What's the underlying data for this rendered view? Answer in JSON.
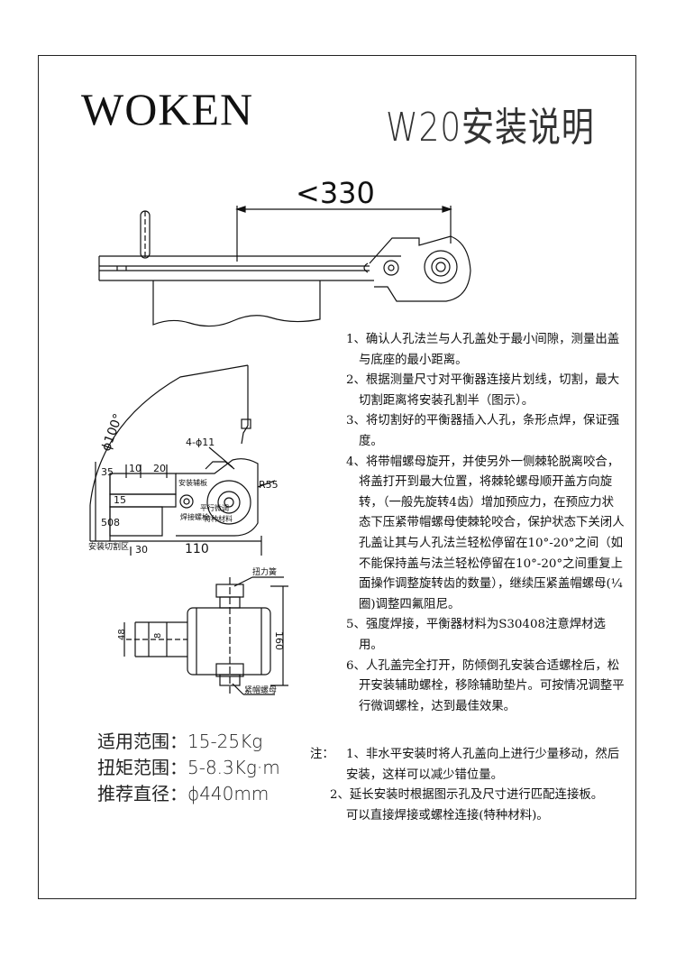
{
  "brand": "WOKEN",
  "title": "W20安装说明",
  "drawing": {
    "top_dim": "<330",
    "dia_label": "ϕ100°",
    "hole_label": "4-ϕ11",
    "dim_35": "35",
    "dim_10": "10",
    "dim_20": "20",
    "dim_15": "15",
    "dim_50": "50",
    "dim_8": "8",
    "dim_30": "30",
    "dim_110": "110",
    "dim_r55": "R55",
    "dim_48": "48",
    "dim_8b": "8",
    "dim_160": "160",
    "label_install_plate": "安装辅板",
    "label_weld": "焊接螺栓",
    "label_parallel": "平行微调",
    "label_special": "特种材料",
    "label_cut_area": "安装切割区",
    "label_torsion": "扭力簧",
    "label_lock_nut": "紧帽螺母"
  },
  "steps": [
    "1、确认人孔法兰与人孔盖处于最小间隙，测量出盖与底座的最小距离。",
    "2、根据测量尺寸对平衡器连接片划线，切割，最大切割距离将安装孔割半（图示）。",
    "3、将切割好的平衡器插入人孔，条形点焊，保证强度。",
    "4、将带帽螺母旋开，并使另外一侧棘轮脱离咬合，将盖打开到最大位置，将棘轮螺母顺开盖方向旋转，（一般先旋转4齿）增加预应力，在预应力状态下压紧带帽螺母使棘轮咬合，保护状态下关闭人孔盖让其与人孔法兰轻松停留在10°-20°之间（如不能保持盖与法兰轻松停留在10°-20°之间重复上面操作调整旋转齿的数量），继续压紧盖帽螺母(¼圈)调整四氟阻尼。",
    "5、强度焊接，平衡器材料为S30408注意焊材选用。",
    "6、人孔盖完全打开，防倾倒孔安装合适螺栓后，松开安装辅助螺栓，移除辅助垫片。可按情况调整平行微调螺栓，达到最佳效果。"
  ],
  "notes": {
    "prefix": "注：",
    "n1a": "1、非水平安装时将人孔盖向上进行少量移动，然后",
    "n1b": "安装，这样可以减少错位量。",
    "n2a": "2、延长安装时根据图示孔及尺寸进行匹配连接板。",
    "n2b": "可以直接焊接或螺栓连接(特种材料)。"
  },
  "specs": {
    "range": "适用范围：15-25Kg",
    "torque": "扭矩范围：5-8.3Kg·m",
    "diameter": "推荐直径：ϕ440mm"
  }
}
